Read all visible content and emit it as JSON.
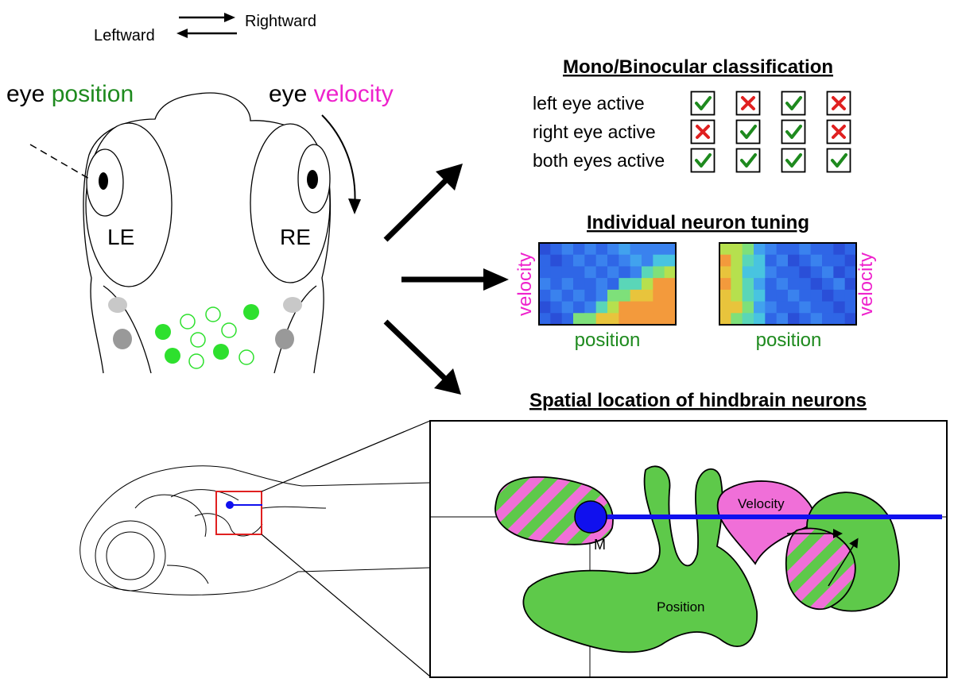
{
  "legend": {
    "rightward": "Rightward",
    "leftward": "Leftward"
  },
  "head": {
    "eye_word_1": "eye",
    "position_word": "position",
    "eye_word_2": "eye",
    "velocity_word": "velocity",
    "left_eye": "LE",
    "right_eye": "RE"
  },
  "classification": {
    "title": "Mono/Binocular classification",
    "rows": [
      {
        "label": "left eye active",
        "marks": [
          "check",
          "cross",
          "check",
          "cross"
        ]
      },
      {
        "label": "right eye active",
        "marks": [
          "cross",
          "check",
          "check",
          "cross"
        ]
      },
      {
        "label": "both eyes active",
        "marks": [
          "check",
          "check",
          "check",
          "check"
        ]
      }
    ]
  },
  "tuning": {
    "title": "Individual neuron tuning",
    "left": {
      "ylabel": "velocity",
      "xlabel": "position"
    },
    "right": {
      "ylabel": "velocity",
      "xlabel": "position"
    }
  },
  "spatial": {
    "title": "Spatial location of hindbrain neurons",
    "mauthner_label": "M",
    "velocity_label": "Velocity",
    "position_label": "Position"
  },
  "colors": {
    "green_text": "#1e8a1e",
    "magenta_text": "#ee22cc",
    "region_green": "#5ec94a",
    "region_pink": "#f06fd8",
    "check": "#1e8a1e",
    "cross": "#e02020",
    "neuron_fill": "#2ee02e",
    "axon_blue": "#1010ee",
    "zoom_box": "#e02020"
  },
  "icons": [
    "arrow-right-icon",
    "arrow-left-icon",
    "check-icon",
    "cross-icon",
    "curved-arrow-icon"
  ]
}
